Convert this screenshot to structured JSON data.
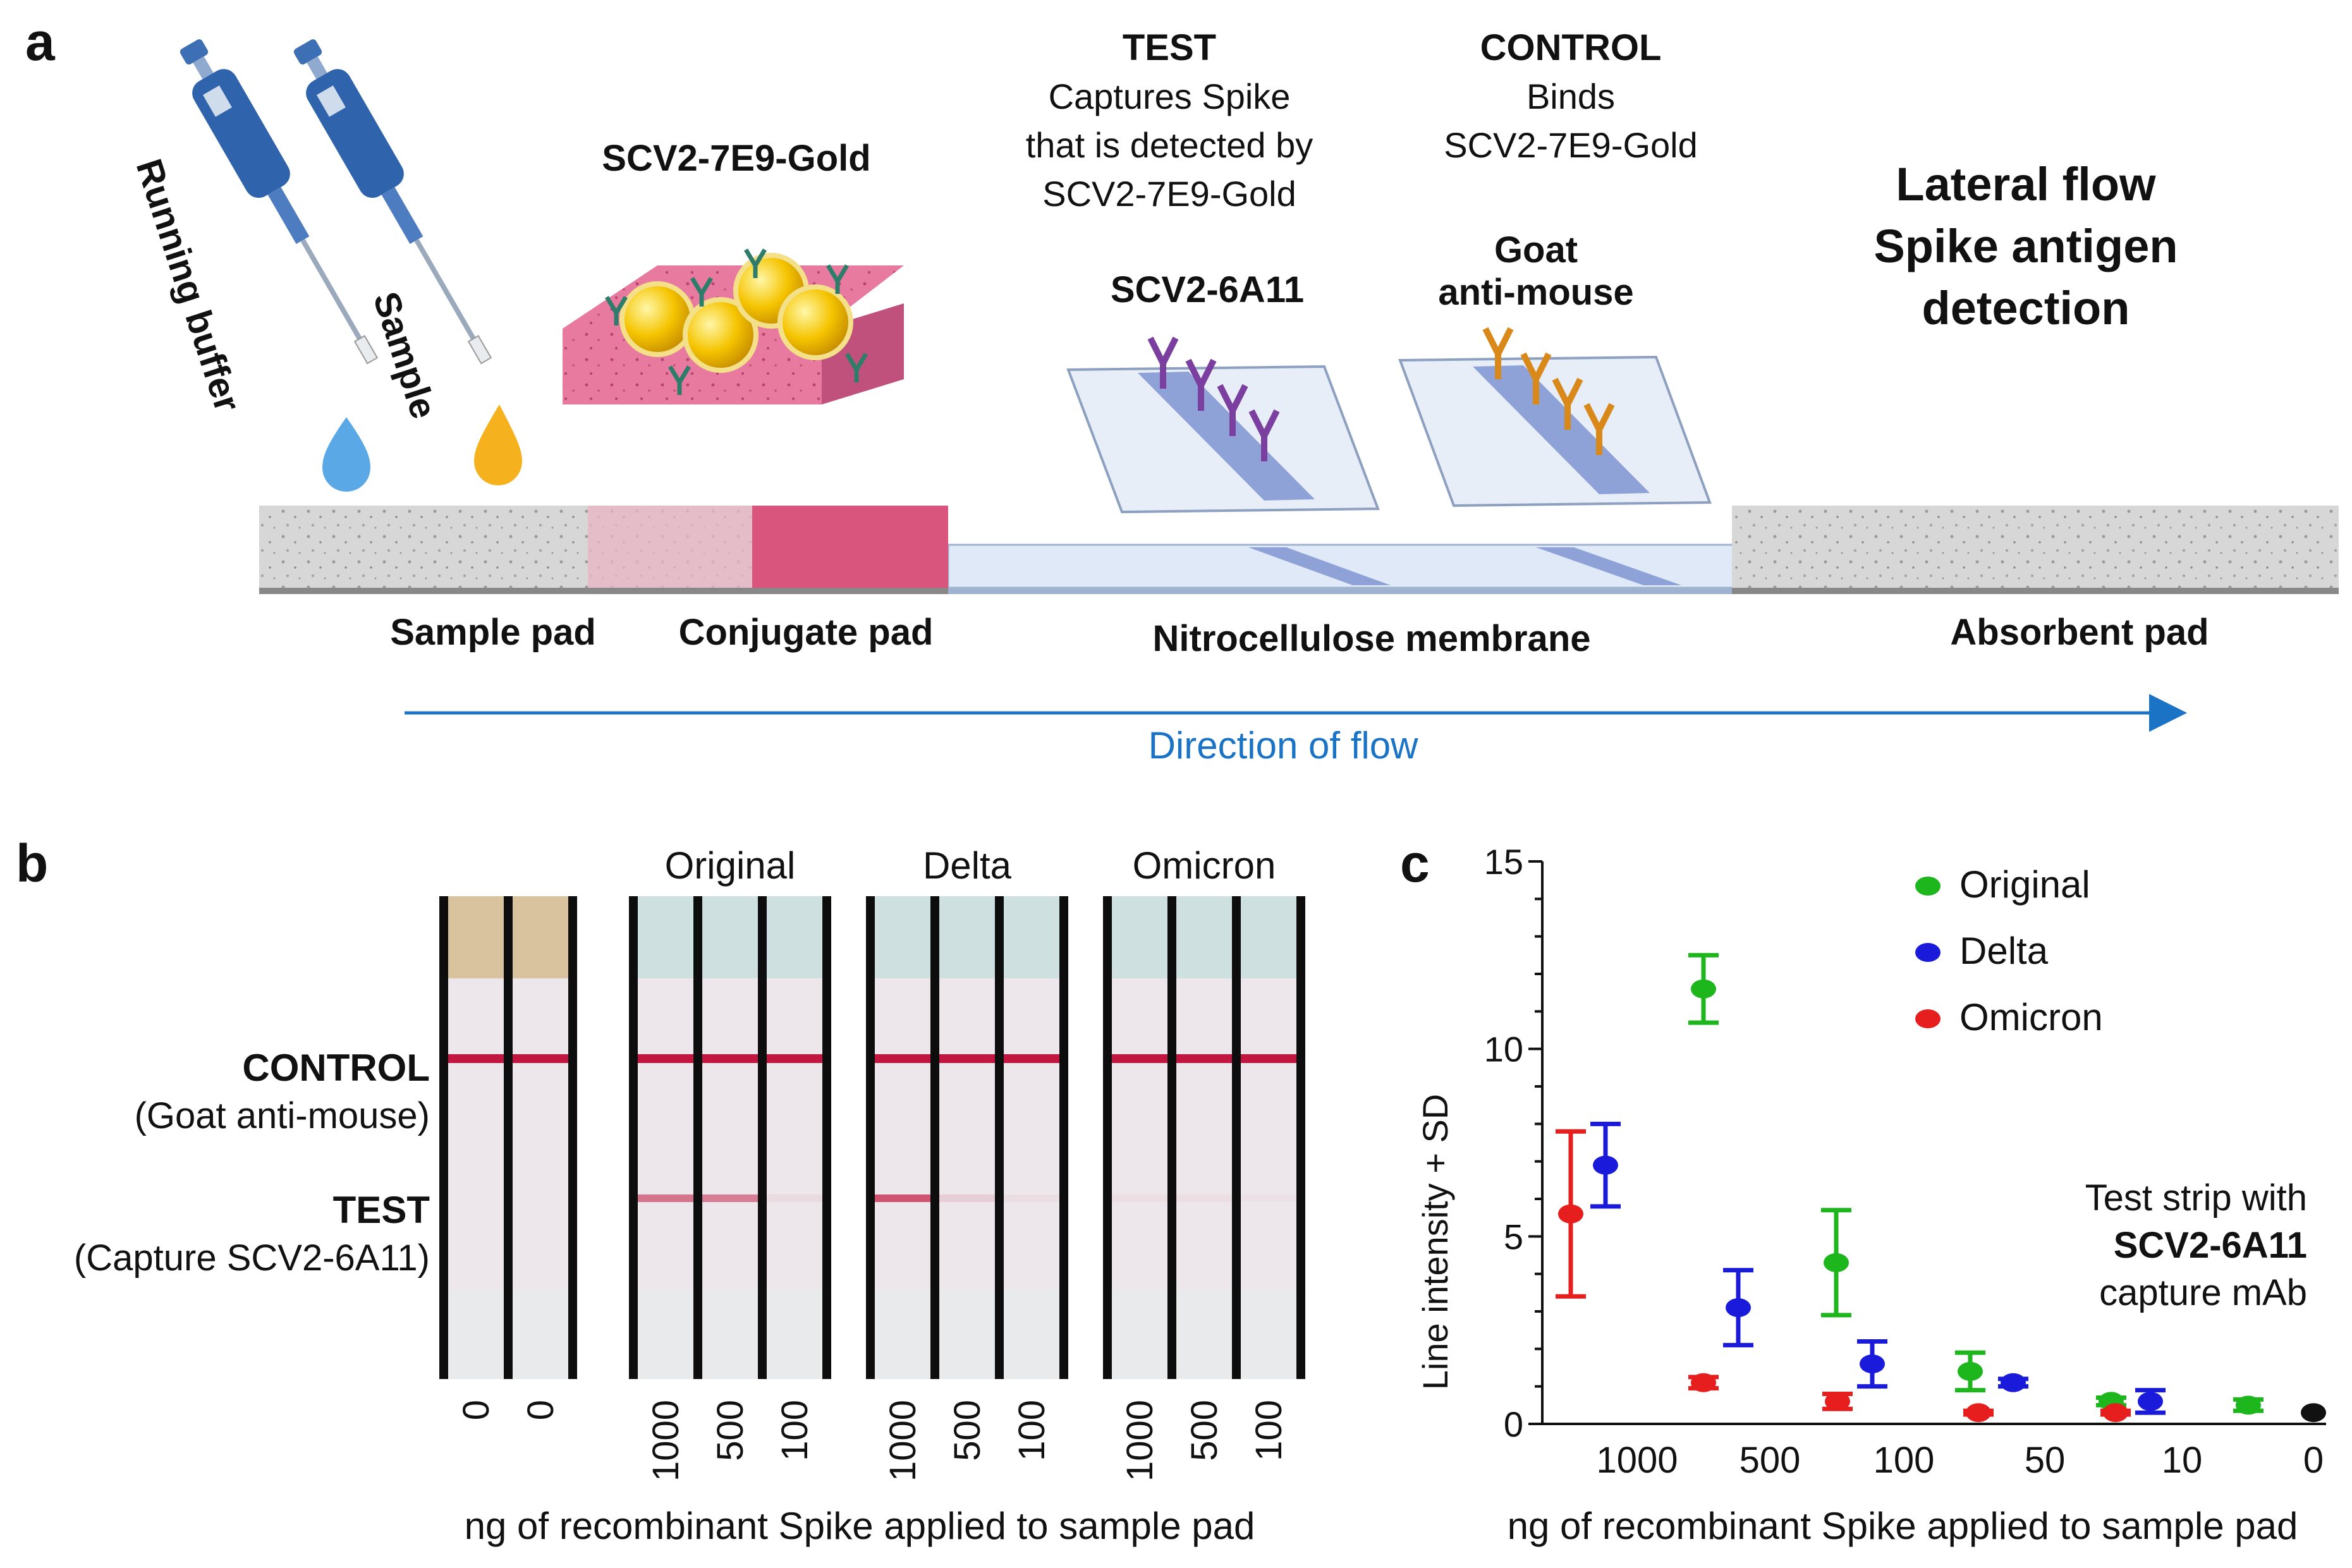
{
  "panel_a": {
    "letter": "a",
    "pipette_labels": [
      "Running buffer",
      "Sample"
    ],
    "gold_label": "SCV2-7E9-Gold",
    "test_header": {
      "title": "TEST",
      "lines": [
        "Captures Spike",
        "that is detected by",
        "SCV2-7E9-Gold"
      ]
    },
    "test_antibody": "SCV2-6A11",
    "control_header": {
      "title": "CONTROL",
      "lines": [
        "Binds",
        "SCV2-7E9-Gold"
      ]
    },
    "control_antibody": [
      "Goat",
      "anti-mouse"
    ],
    "side_title": [
      "Lateral flow",
      "Spike antigen",
      "detection"
    ],
    "strip_labels": [
      "Sample pad",
      "Conjugate pad",
      "Nitrocellulose membrane",
      "Absorbent pad"
    ],
    "flow_label": "Direction of flow",
    "colors": {
      "droplet_buffer": "#5aa9e6",
      "droplet_sample": "#f5b21e",
      "conjugate": "#d9557d",
      "membrane": "#dfe9f7",
      "capture_line": "#8fa2d8",
      "flow_arrow": "#1a73c4"
    }
  },
  "panel_b": {
    "letter": "b",
    "row_labels": [
      {
        "title": "CONTROL",
        "sub": "(Goat anti-mouse)"
      },
      {
        "title": "TEST",
        "sub": "(Capture SCV2-6A11)"
      }
    ],
    "groups": [
      {
        "name": "",
        "lanes": [
          "0",
          "0"
        ]
      },
      {
        "name": "Original",
        "lanes": [
          "1000",
          "500",
          "100"
        ]
      },
      {
        "name": "Delta",
        "lanes": [
          "1000",
          "500",
          "100"
        ]
      },
      {
        "name": "Omicron",
        "lanes": [
          "1000",
          "500",
          "100"
        ]
      }
    ],
    "xlabel": "ng of recombinant Spike applied to sample pad",
    "test_line_intensity": [
      [
        0,
        0
      ],
      [
        0.55,
        0.5,
        0.05
      ],
      [
        0.7,
        0.12,
        0.04
      ],
      [
        0.03,
        0.03,
        0.02
      ]
    ]
  },
  "panel_c": {
    "letter": "c",
    "annotation": [
      "Test strip with",
      "SCV2-6A11",
      "capture mAb"
    ],
    "chart_data": {
      "type": "scatter",
      "title": "",
      "xlabel": "ng of recombinant Spike applied to sample pad",
      "ylabel": "Line intensity + SD",
      "categories": [
        "1000",
        "500",
        "100",
        "50",
        "10",
        "0"
      ],
      "ylim": [
        0,
        15
      ],
      "yticks": [
        0,
        5,
        10,
        15
      ],
      "grid": false,
      "legend_position": "top-right",
      "series": [
        {
          "name": "Original",
          "color": "#1db61d",
          "points": [
            [
              0,
              11.6,
              0.9
            ],
            [
              1,
              4.3,
              1.4
            ],
            [
              2,
              1.4,
              0.5
            ],
            [
              3,
              0.6,
              0.1
            ],
            [
              4,
              0.5,
              0.15
            ]
          ]
        },
        {
          "name": "Delta",
          "color": "#1a1adb",
          "points": [
            [
              0,
              6.9,
              1.1
            ],
            [
              1,
              3.1,
              1.0
            ],
            [
              2,
              1.6,
              0.6
            ],
            [
              3,
              1.1,
              0.1
            ],
            [
              4,
              0.6,
              0.3
            ]
          ]
        },
        {
          "name": "Omicron",
          "color": "#e61e1e",
          "points": [
            [
              0,
              5.6,
              2.2
            ],
            [
              1,
              1.1,
              0.15
            ],
            [
              2,
              0.6,
              0.2
            ],
            [
              3,
              0.3,
              0.05
            ],
            [
              4,
              0.3,
              0.05
            ]
          ]
        },
        {
          "name": "",
          "color": "#111111",
          "points": [
            [
              5,
              0.3,
              0.0
            ]
          ]
        }
      ]
    }
  }
}
